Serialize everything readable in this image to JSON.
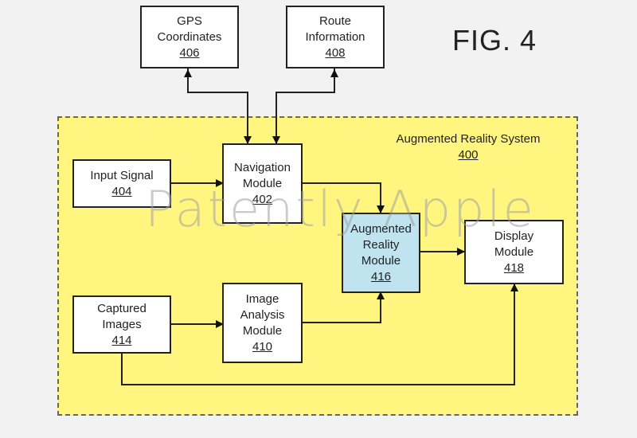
{
  "figure_label": "FIG. 4",
  "watermark": "Patently Apple",
  "system": {
    "title": "Augmented Reality System",
    "ref": "400",
    "fill_color": "#fff57f"
  },
  "nodes": {
    "gps": {
      "lines": [
        "GPS",
        "Coordinates"
      ],
      "ref": "406"
    },
    "route": {
      "lines": [
        "Route",
        "Information"
      ],
      "ref": "408"
    },
    "input_signal": {
      "lines": [
        "Input Signal"
      ],
      "ref": "404"
    },
    "navigation": {
      "lines": [
        "Navigation",
        "Module"
      ],
      "ref": "402"
    },
    "augmented_reality": {
      "lines": [
        "Augmented",
        "Reality",
        "Module"
      ],
      "ref": "416",
      "fill_color": "#bfe4f0"
    },
    "display": {
      "lines": [
        "Display",
        "Module"
      ],
      "ref": "418"
    },
    "captured_images": {
      "lines": [
        "Captured",
        "Images"
      ],
      "ref": "414"
    },
    "image_analysis": {
      "lines": [
        "Image",
        "Analysis",
        "Module"
      ],
      "ref": "410"
    }
  },
  "edges": [
    {
      "from": "gps",
      "to": "navigation"
    },
    {
      "from": "route",
      "to": "navigation"
    },
    {
      "from": "input_signal",
      "to": "navigation"
    },
    {
      "from": "navigation",
      "to": "augmented_reality"
    },
    {
      "from": "augmented_reality",
      "to": "display"
    },
    {
      "from": "captured_images",
      "to": "image_analysis"
    },
    {
      "from": "image_analysis",
      "to": "augmented_reality"
    },
    {
      "from": "captured_images",
      "to": "display"
    }
  ]
}
